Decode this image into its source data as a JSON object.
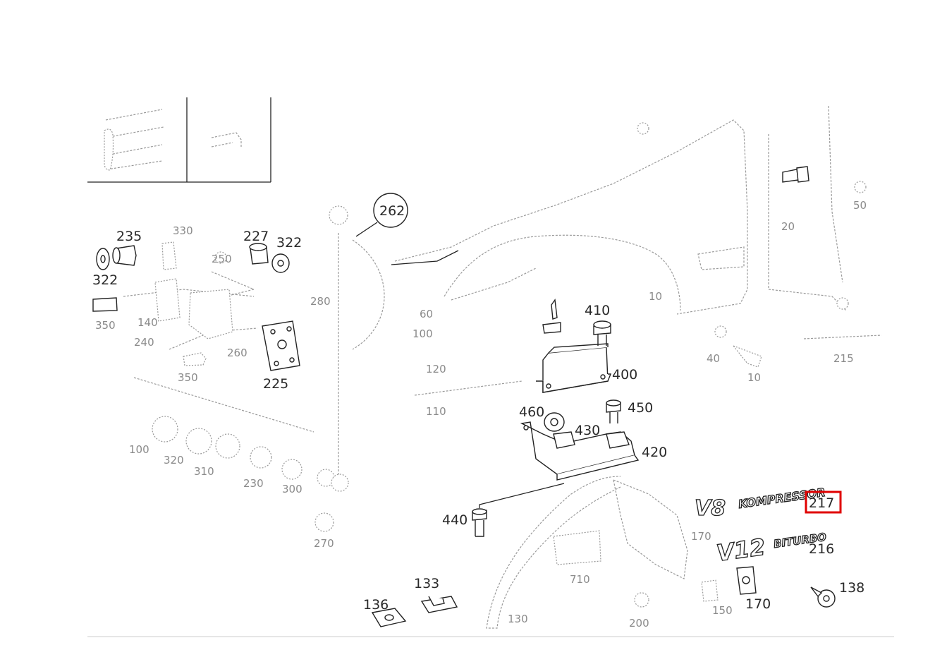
{
  "labels": {
    "l217": "217",
    "l216": "216",
    "l262": "262",
    "l235": "235",
    "l227": "227",
    "l322a": "322",
    "l322b": "322",
    "l225": "225",
    "l410": "410",
    "l400": "400",
    "l460": "460",
    "l450": "450",
    "l430": "430",
    "l420": "420",
    "l440": "440",
    "l133": "133",
    "l136": "136",
    "l170": "170",
    "l138": "138",
    "l215": "215"
  },
  "emblems": {
    "v8": "V8",
    "kompressor": "KOMPRESSOR",
    "v12": "V12",
    "biturbo": "BITURBO"
  },
  "highlight": {
    "color": "#e00000",
    "target": "217"
  }
}
